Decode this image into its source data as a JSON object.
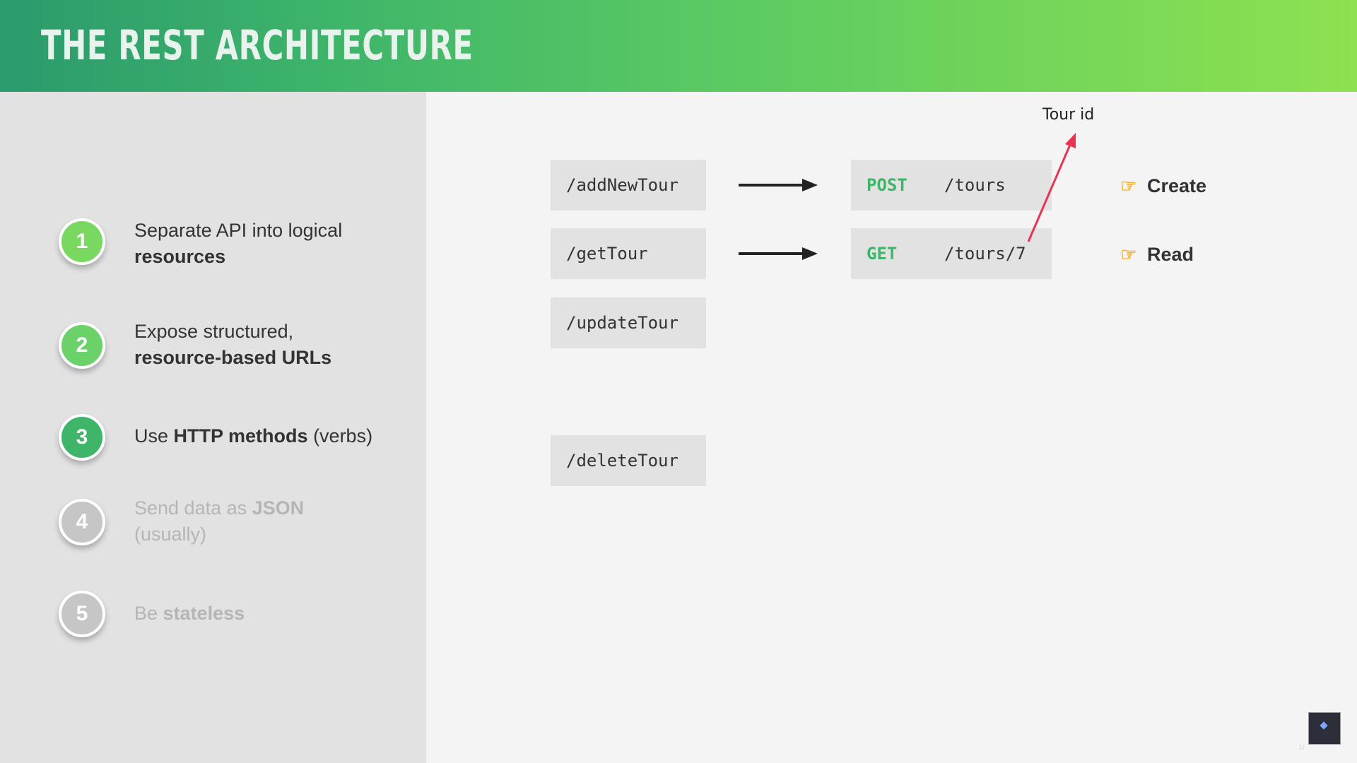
{
  "header": {
    "title": "THE REST ARCHITECTURE"
  },
  "steps": [
    {
      "number": "1",
      "text_plain": "Separate API into logical",
      "text_bold": "resources",
      "active": true
    },
    {
      "number": "2",
      "text_plain": "Expose structured,",
      "text_bold": "resource-based URLs",
      "active": true
    },
    {
      "number": "3",
      "text_prefix": "Use",
      "text_bold": "HTTP methods",
      "text_suffix": "(verbs)",
      "active": true
    },
    {
      "number": "4",
      "text_prefix": "Send data as",
      "text_bold": "JSON",
      "text_suffix": "(usually)",
      "active": false
    },
    {
      "number": "5",
      "text_prefix": "Be",
      "text_bold": "stateless",
      "active": false
    }
  ],
  "old_routes": [
    "/addNewTour",
    "/getTour",
    "/updateTour",
    "/deleteTour"
  ],
  "new_routes": [
    {
      "method": "POST",
      "path": "/tours"
    },
    {
      "method": "GET",
      "path": "/tours/7"
    }
  ],
  "crud": [
    {
      "icon": "pointing-hand-icon",
      "label": "Create"
    },
    {
      "icon": "pointing-hand-icon",
      "label": "Read"
    }
  ],
  "annotation": {
    "label": "Tour id",
    "color": "#e8344e"
  },
  "colors": {
    "accent_green": "#3fb56a",
    "header_start": "#2b9a6d",
    "header_end": "#8ee150",
    "inactive_grey": "#c6c6c6"
  }
}
